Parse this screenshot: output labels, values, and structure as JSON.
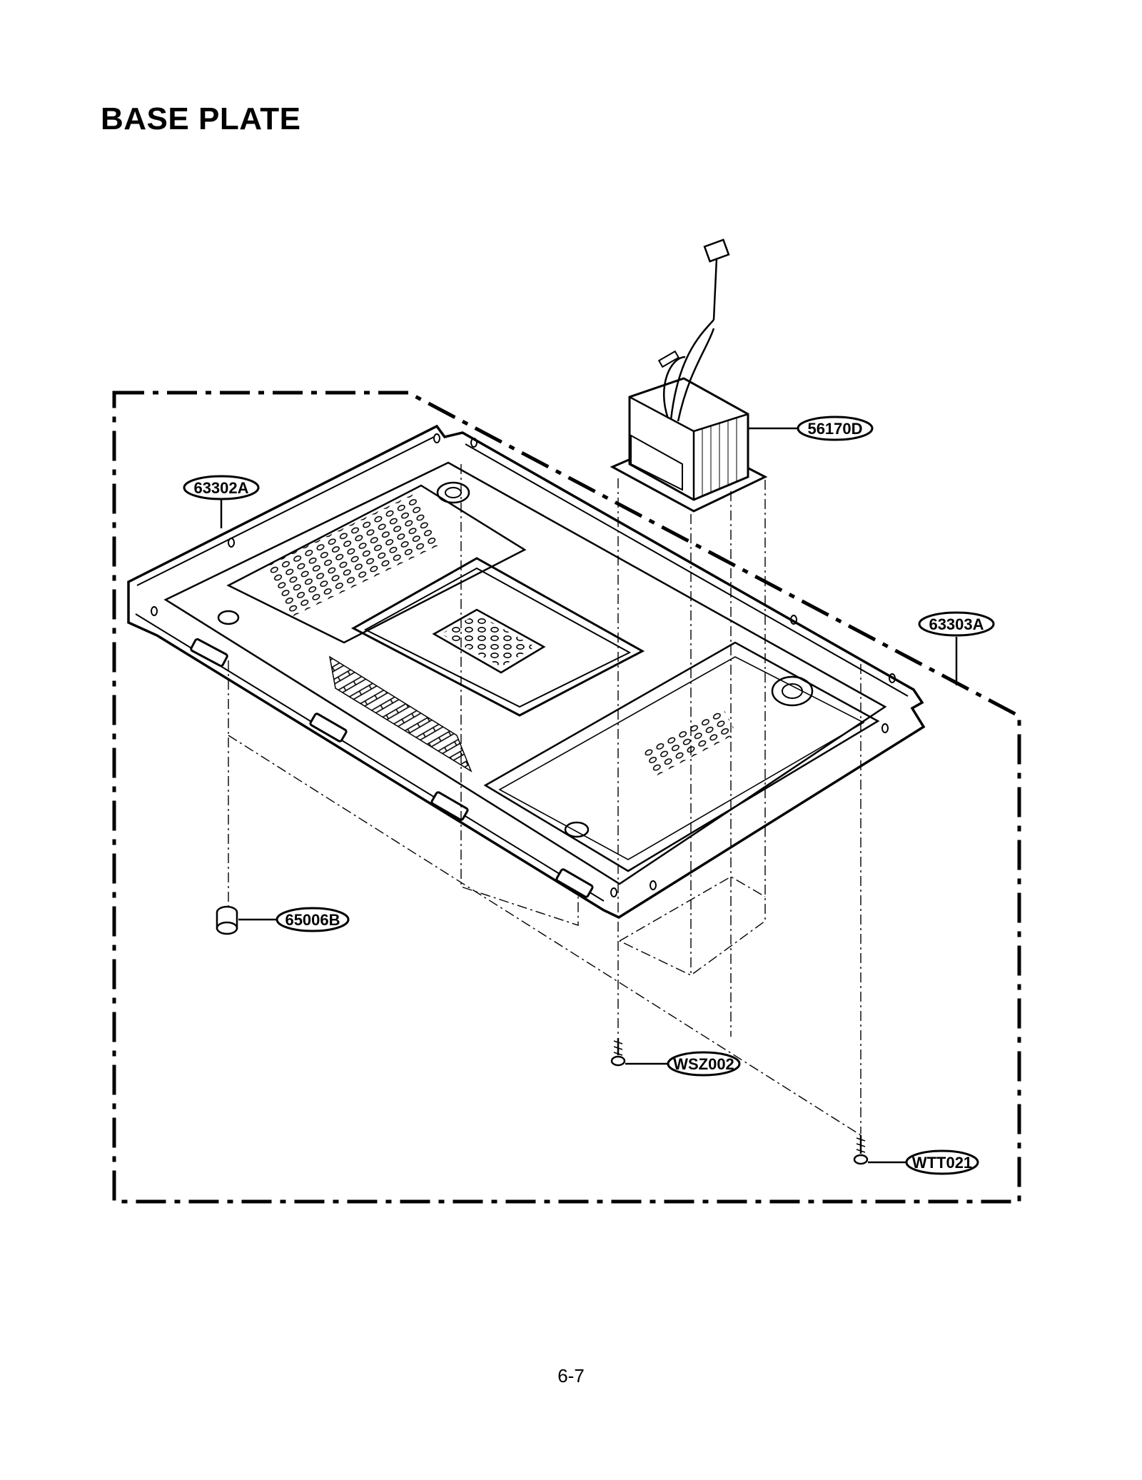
{
  "page": {
    "title": "BASE PLATE",
    "page_number": "6-7"
  },
  "parts": {
    "transformer": "56170D",
    "base_plate": "63302A",
    "base_plate_alt": "63303A",
    "foot": "65006B",
    "screw_machine": "WSZ002",
    "screw_tapping": "WTT021"
  }
}
